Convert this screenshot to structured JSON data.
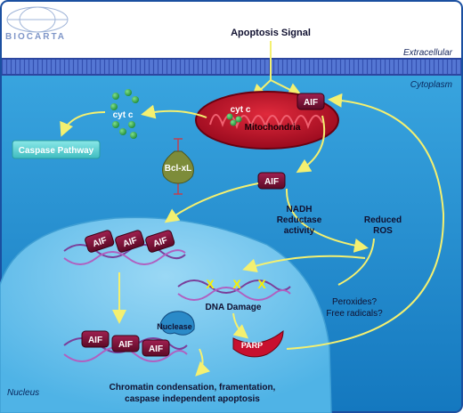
{
  "brand": {
    "logo_text": "BIOCARTA"
  },
  "regions": {
    "extracellular": "Extracellular",
    "cytoplasm": "Cytoplasm",
    "nucleus": "Nucleus"
  },
  "signal": {
    "label": "Apoptosis Signal"
  },
  "mitochondria": {
    "label": "Mitochondria",
    "cytc_label": "cyt c",
    "aif_label": "AIF"
  },
  "cytc": {
    "label": "cyt c"
  },
  "caspase": {
    "label": "Caspase Pathway"
  },
  "bclxl": {
    "label": "Bcl-xL"
  },
  "aif_cyto": {
    "label": "AIF"
  },
  "nadh": {
    "line1": "NADH",
    "line2": "Reductase",
    "line3": "activity"
  },
  "ros": {
    "line1": "Reduced",
    "line2": "ROS"
  },
  "aif_nuclear": {
    "labels": [
      "AIF",
      "AIF",
      "AIF"
    ]
  },
  "dna_damage": {
    "label": "DNA Damage",
    "marks": [
      "X",
      "X",
      "X"
    ]
  },
  "peroxides": {
    "line1": "Peroxides?",
    "line2": "Free radicals?"
  },
  "parp": {
    "label": "PARP"
  },
  "nuclease": {
    "label": "Nuclease"
  },
  "aif_dna": {
    "labels": [
      "AIF",
      "AIF",
      "AIF"
    ]
  },
  "outcome": {
    "line1": "Chromatin condensation, framentation,",
    "line2": "caspase independent apoptosis"
  },
  "colors": {
    "cytoplasm_blue": "#1f8fd0",
    "nucleus_blue": "#6ec3ee",
    "membrane": "#4a6ed0",
    "mito_red": "#c8102e",
    "aif_maroon": "#7a1035",
    "arrow_yellow": "#f4f070",
    "caspase_teal": "#5fd4d4",
    "cytc_green": "#2fa84a",
    "bclxl_olive": "#7d8c3a",
    "dna_purple": "#7a3f9a",
    "x_yellow": "#f8f000"
  }
}
